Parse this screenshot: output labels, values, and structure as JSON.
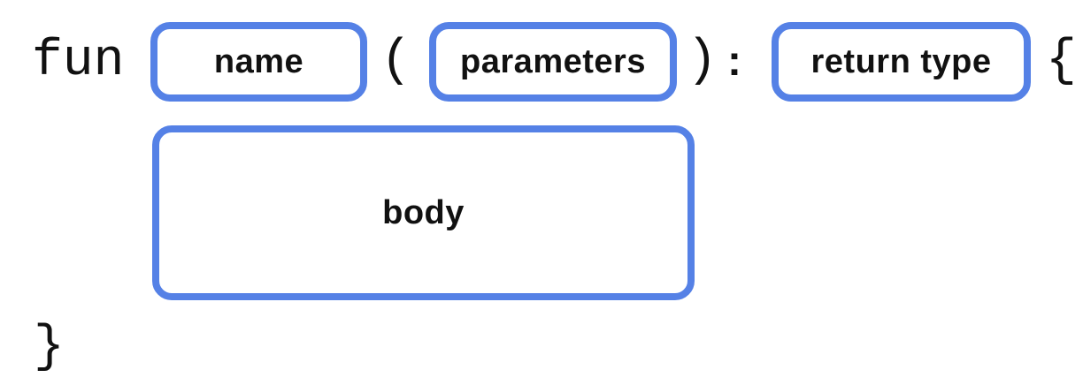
{
  "diagram": {
    "keyword": "fun",
    "punctuation": {
      "open_paren": "(",
      "close_paren": ")",
      "colon": ":",
      "open_brace": "{",
      "close_brace": "}"
    },
    "slots": {
      "name": "name",
      "parameters": "parameters",
      "return_type": "return type",
      "body": "body"
    },
    "colors": {
      "accent_blue": "#5581e6",
      "text": "#111111",
      "background": "#ffffff"
    }
  }
}
